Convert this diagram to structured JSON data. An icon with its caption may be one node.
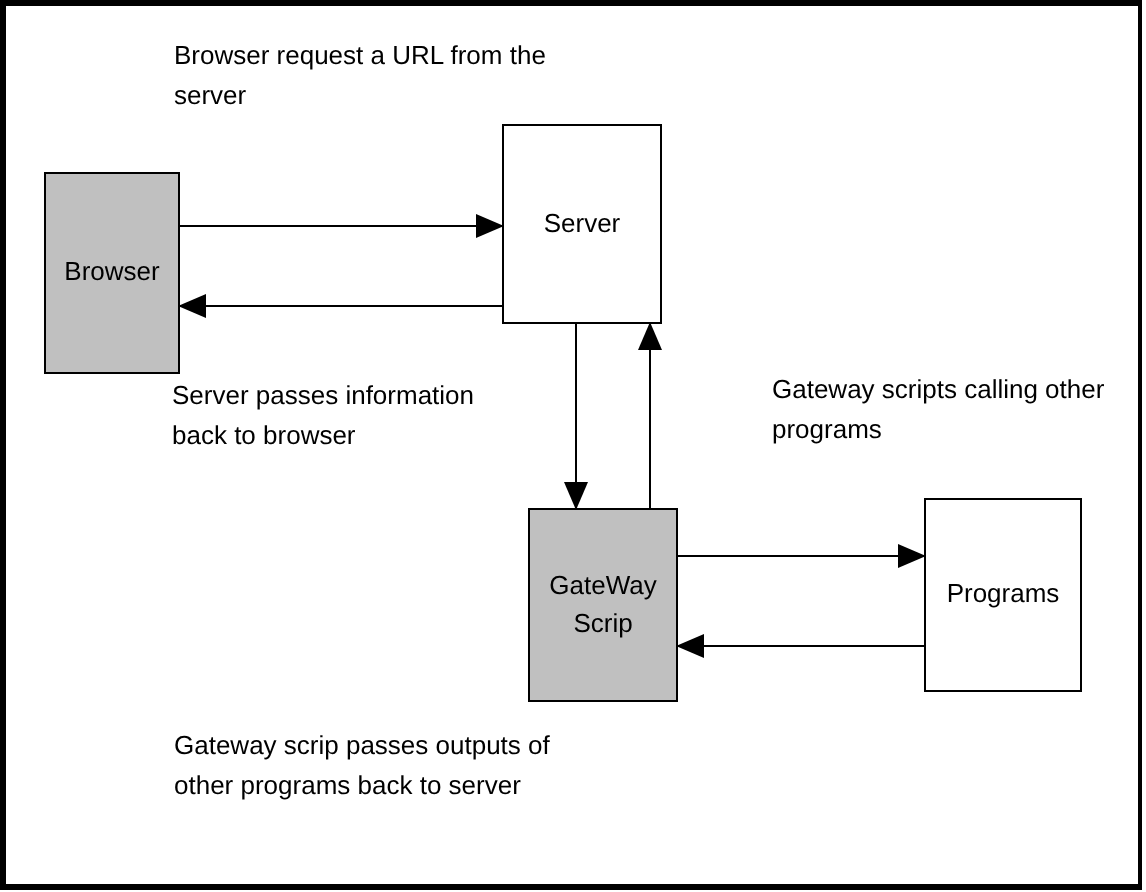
{
  "diagram": {
    "nodes": [
      {
        "text": [
          "Browser"
        ]
      },
      {
        "text": [
          "Server"
        ]
      },
      {
        "text": [
          "GateWay Scrip"
        ]
      },
      {
        "text": [
          "Programs"
        ]
      }
    ],
    "edges": [
      {
        "from": 0,
        "to": 1,
        "arrow": "to"
      },
      {
        "from": 1,
        "to": 0,
        "arrow": "to"
      },
      {
        "from": 1,
        "to": 2,
        "arrow": "to"
      },
      {
        "from": 2,
        "to": 1,
        "arrow": "to"
      },
      {
        "from": 2,
        "to": 3,
        "arrow": "to"
      },
      {
        "from": 3,
        "to": 2,
        "arrow": "to"
      }
    ],
    "labels": [
      "Browser request a URL from the server",
      "Server passes information back to browser",
      "Gateway scripts calling other programs",
      "Gateway scrip passes outputs of other programs back to server"
    ]
  }
}
